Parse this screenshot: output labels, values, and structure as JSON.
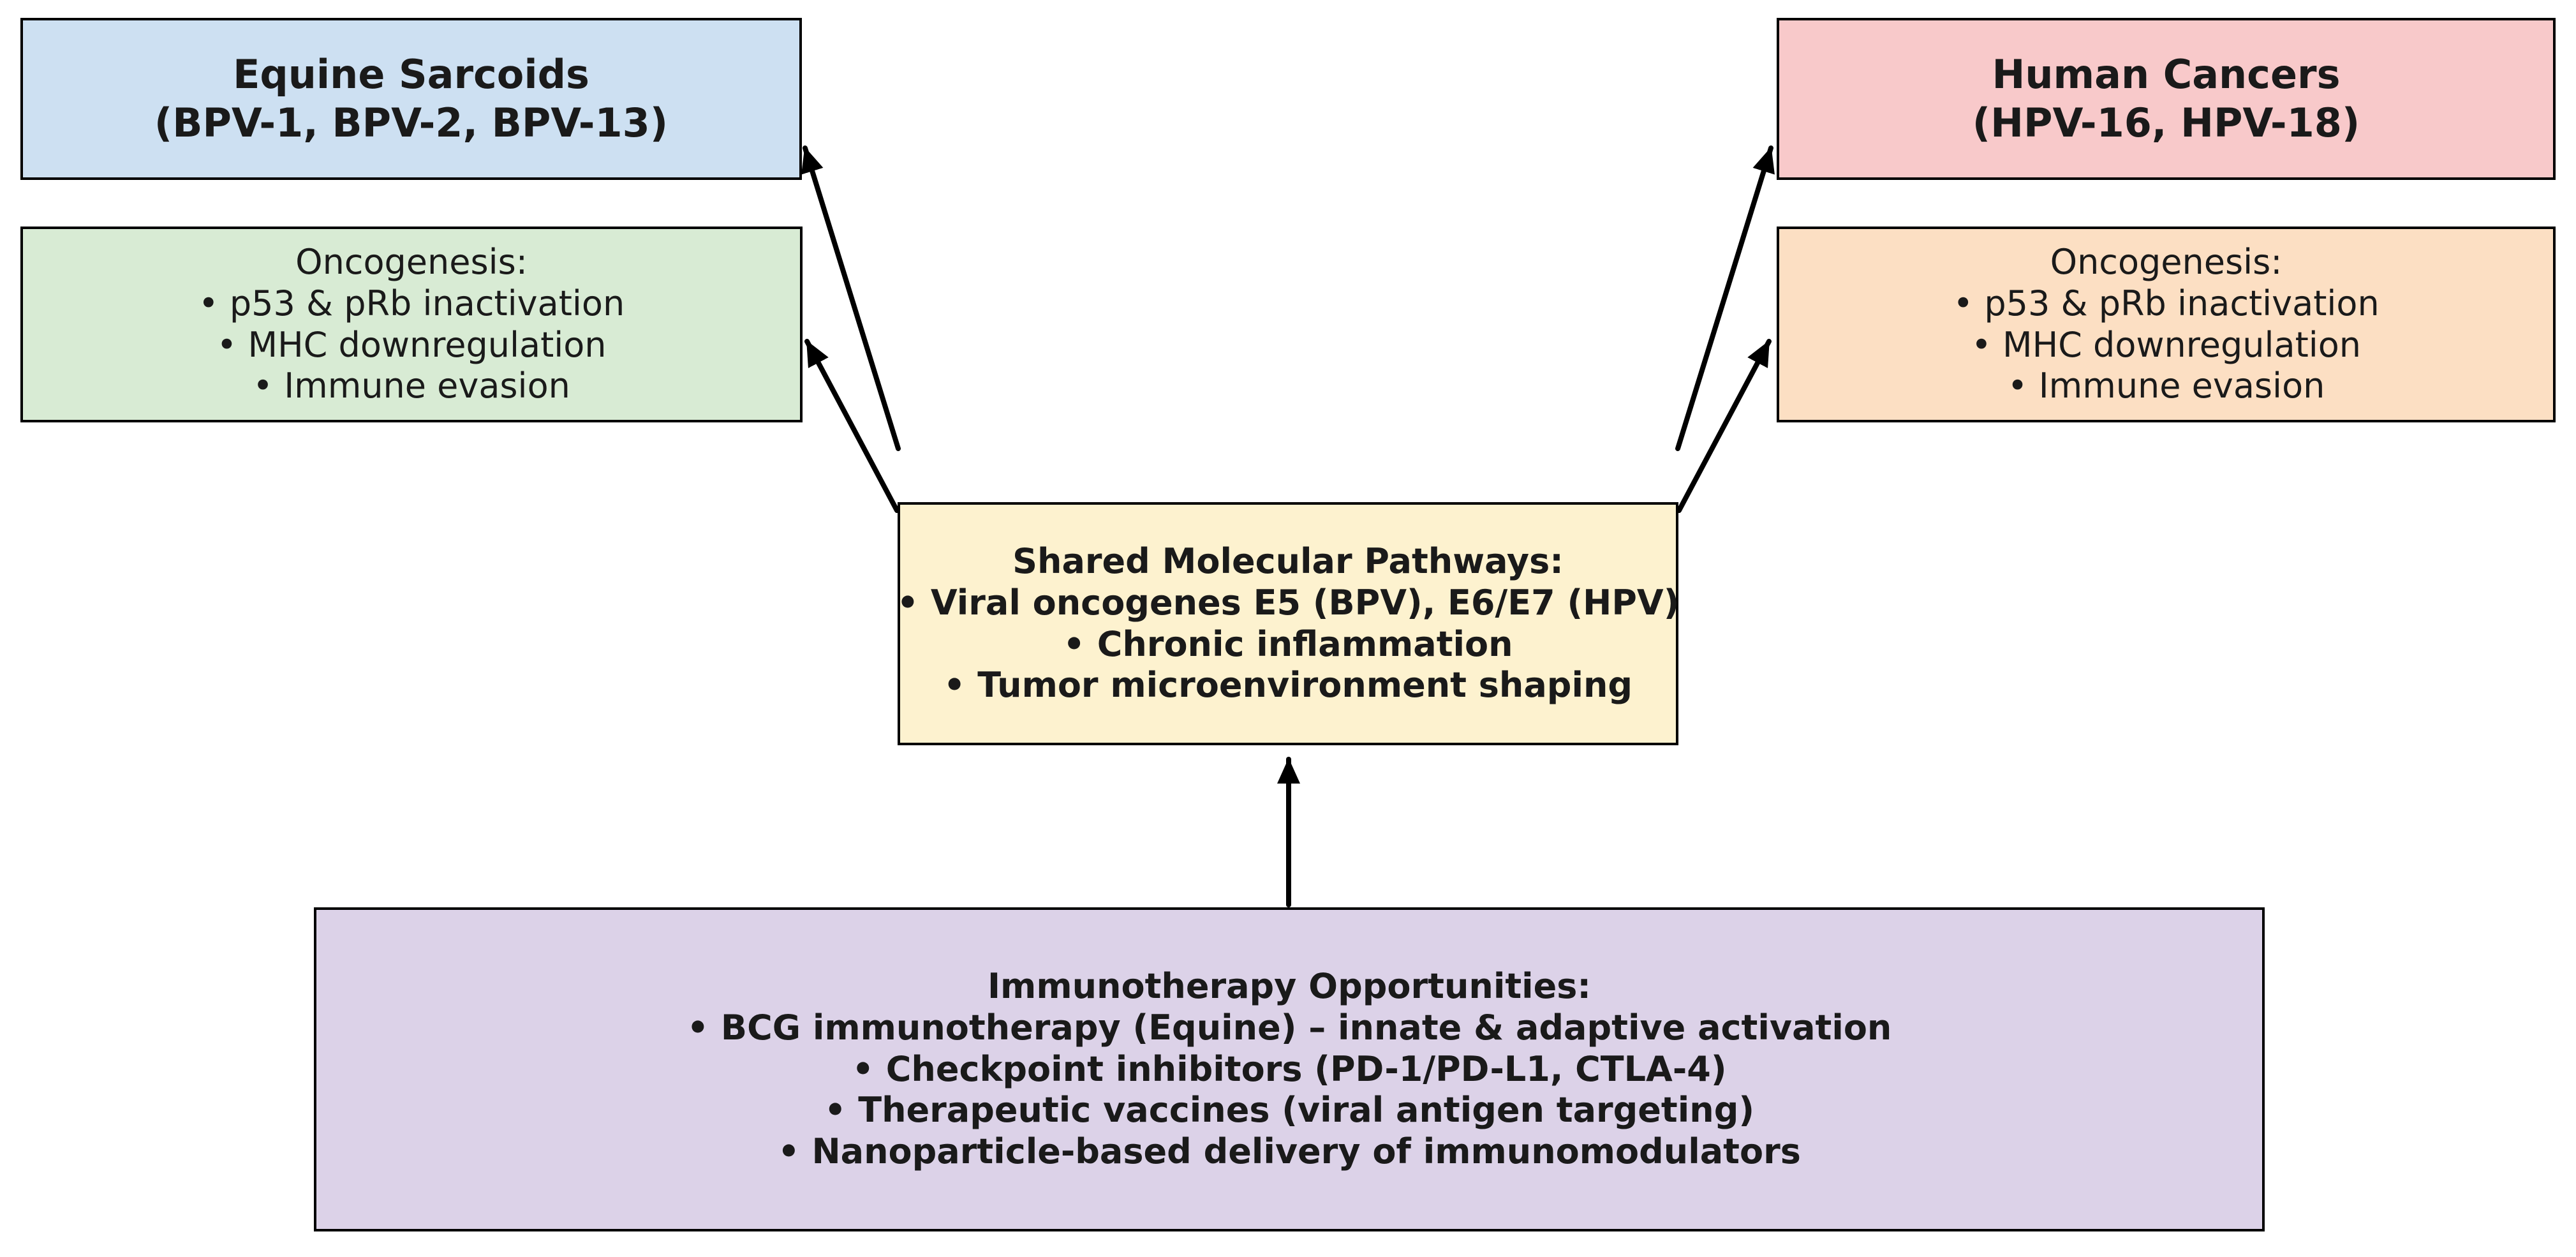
{
  "figure": {
    "background": "#ffffff",
    "border_color": "#000000",
    "text_color": "#1a1a1a",
    "arrow_color": "#000000"
  },
  "boxes": {
    "equine_sarcoids": {
      "fill": "#cde0f2",
      "lines": [
        "Equine Sarcoids",
        "(BPV-1, BPV-2, BPV-13)"
      ]
    },
    "human_cancers": {
      "fill": "#f8c9ca",
      "lines": [
        "Human Cancers",
        "(HPV-16, HPV-18)"
      ]
    },
    "equine_oncogenesis": {
      "fill": "#d8ebd4",
      "lines": [
        "Oncogenesis:",
        "• p53 & pRb inactivation",
        "• MHC downregulation",
        "• Immune evasion"
      ]
    },
    "human_oncogenesis": {
      "fill": "#fcdfc3",
      "lines": [
        "Oncogenesis:",
        "• p53 & pRb inactivation",
        "• MHC downregulation",
        "• Immune evasion"
      ]
    },
    "shared_pathways": {
      "fill": "#fdf2cf",
      "lines": [
        "Shared Molecular Pathways:",
        "• Viral oncogenes E5 (BPV), E6/E7 (HPV)",
        "• Chronic inflammation",
        "• Tumor microenvironment shaping"
      ]
    },
    "immunotherapy": {
      "fill": "#dcd2e8",
      "lines": [
        "Immunotherapy Opportunities:",
        "• BCG immunotherapy (Equine) – innate & adaptive activation",
        "• Checkpoint inhibitors (PD-1/PD-L1, CTLA-4)",
        "• Therapeutic vaccines (viral antigen targeting)",
        "• Nanoparticle-based delivery of immunomodulators"
      ]
    }
  },
  "arrows": [
    {
      "from": "shared_pathways",
      "to": "equine_sarcoids"
    },
    {
      "from": "shared_pathways",
      "to": "equine_oncogenesis"
    },
    {
      "from": "shared_pathways",
      "to": "human_cancers"
    },
    {
      "from": "shared_pathways",
      "to": "human_oncogenesis"
    },
    {
      "from": "immunotherapy",
      "to": "shared_pathways"
    }
  ]
}
